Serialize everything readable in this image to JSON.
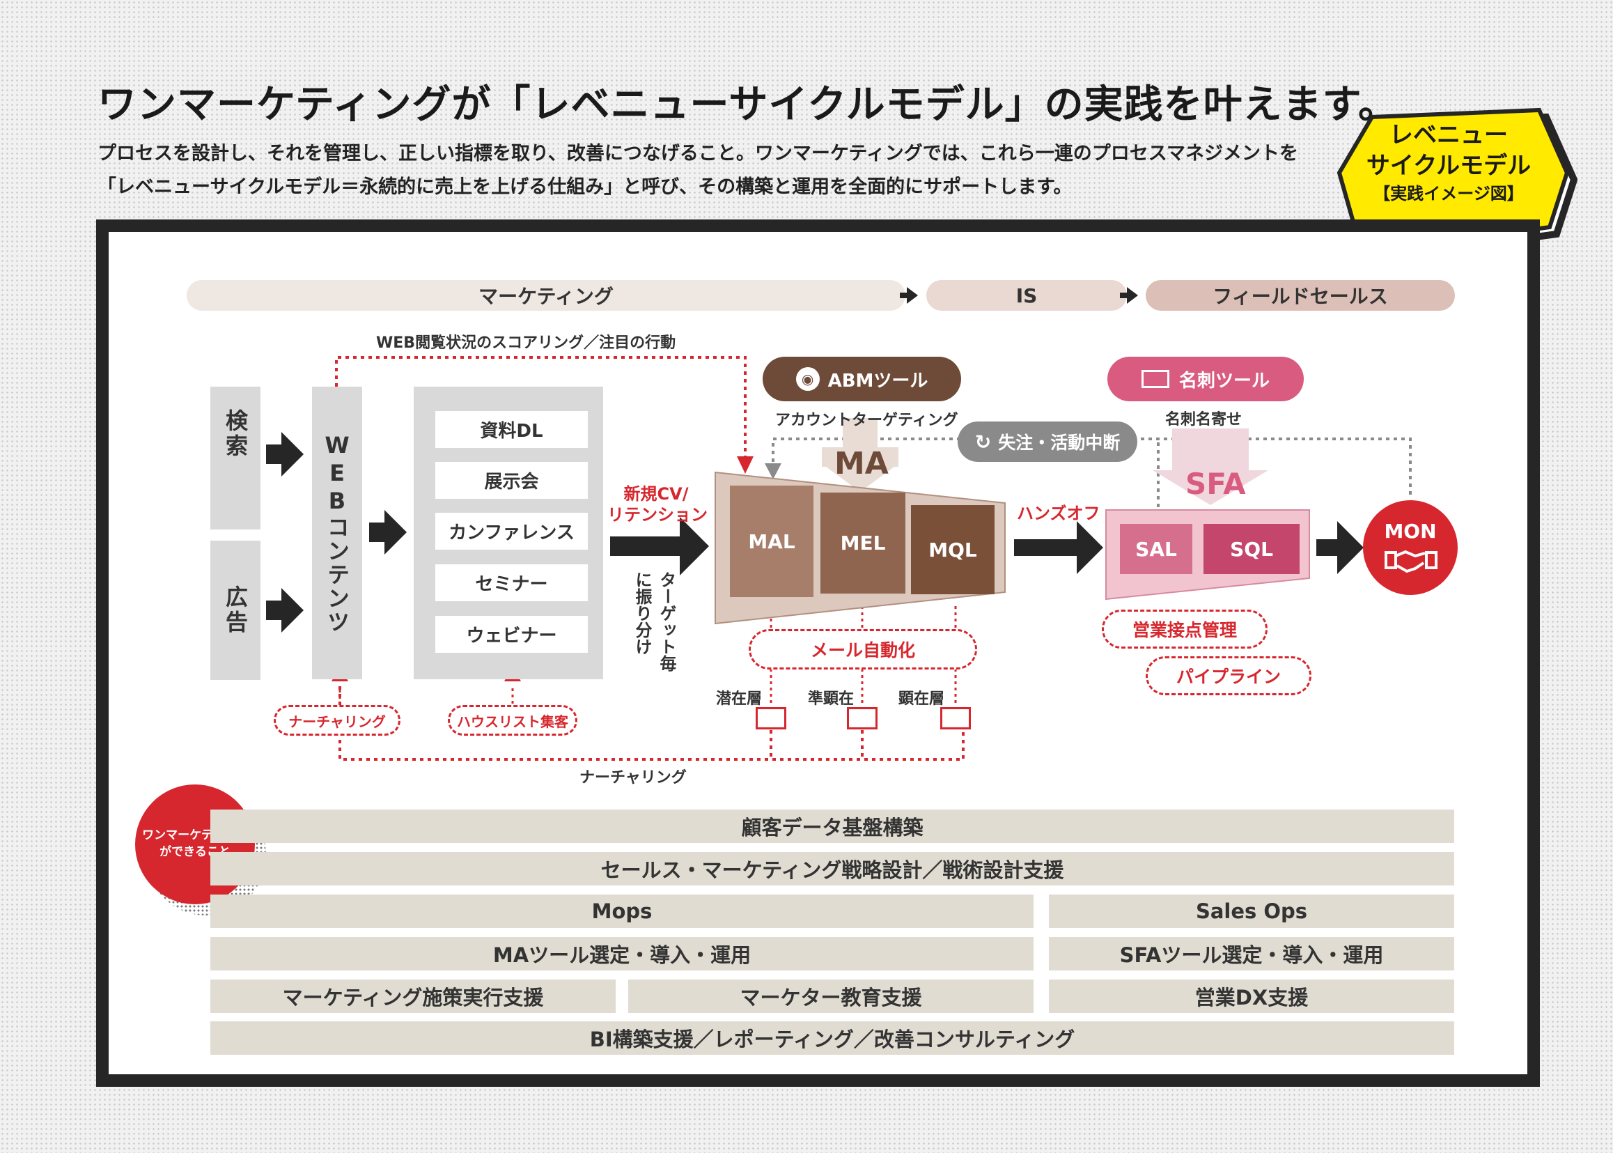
{
  "title": "ワンマーケティングが「レベニューサイクルモデル」の実践を叶えます。",
  "lead": [
    "プロセスを設計し、それを管理し、正しい指標を取り、改善につなげること。ワンマーケティングでは、これら一連のプロセスマネジメントを",
    "「レベニューサイクルモデル＝永続的に売上を上げる仕組み」と呼び、その構築と運用を全面的にサポートします。"
  ],
  "badge": {
    "line1": "レベニュー",
    "line2": "サイクルモデル",
    "line3": "【実践イメージ図】"
  },
  "phases": {
    "marketing": "マーケティング",
    "is": "IS",
    "field": "フィールドセールス"
  },
  "sources": {
    "search": "検索",
    "ad": "広告"
  },
  "web_content": "WEBコンテンツ",
  "offers": [
    "資料DL",
    "展示会",
    "カンファレンス",
    "セミナー",
    "ウェビナー"
  ],
  "labels": {
    "scoring": "WEB閲覧状況のスコアリング／注目の行動",
    "new_cv": "新規CV/\nリテンション",
    "targeting": "ターゲット毎に振り分け",
    "handoff": "ハンズオフ",
    "account_targeting": "アカウントターゲティング",
    "card_collect": "名刺名寄せ",
    "nurturing_bottom": "ナーチャリング"
  },
  "tools": {
    "abm": "ABMツール",
    "card": "名刺ツール",
    "lost": "失注・活動中断"
  },
  "ma": {
    "title": "MA",
    "stages": [
      "MAL",
      "MEL",
      "MQL"
    ]
  },
  "sfa": {
    "title": "SFA",
    "stages": [
      "SAL",
      "SQL"
    ]
  },
  "mon": "MON",
  "pills": {
    "nurturing": "ナーチャリング",
    "house_list": "ハウスリスト集客",
    "mail_auto": "メール自動化",
    "contact_mgmt": "営業接点管理",
    "pipeline": "パイプライン"
  },
  "layers": [
    "潜在層",
    "準顕在",
    "顕在層"
  ],
  "can_do": "ワンマーケティング\nができること",
  "capabilities": {
    "row1": "顧客データ基盤構築",
    "row2": "セールス・マーケティング戦略設計／戦術設計支援",
    "mops": "Mops",
    "sales_ops": "Sales Ops",
    "ma_tool": "MAツール選定・導入・運用",
    "sfa_tool": "SFAツール選定・導入・運用",
    "mk_exec": "マーケティング施策実行支援",
    "mk_edu": "マーケター教育支援",
    "sales_dx": "営業DX支援",
    "bi": "BI構築支援／レポーティング／改善コンサルティング"
  }
}
